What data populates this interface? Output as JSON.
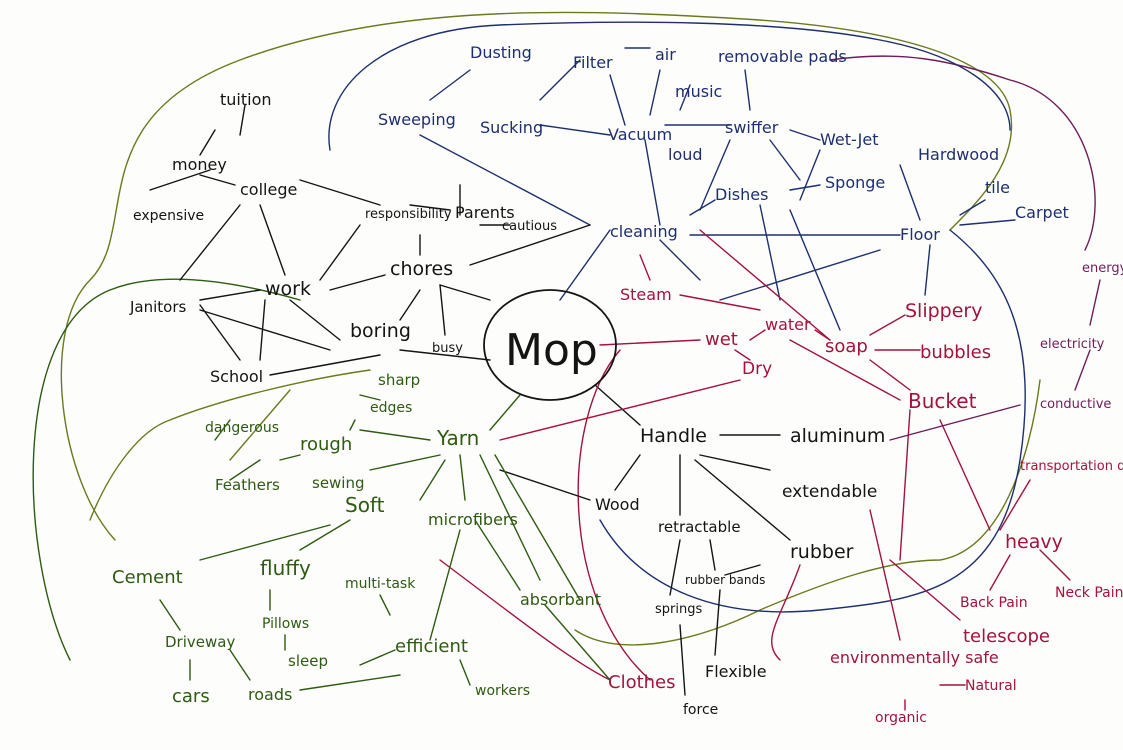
{
  "center": "Mop",
  "nodes": {
    "dusting": "Dusting",
    "filter": "Filter",
    "air": "air",
    "removable_pads": "removable pads",
    "music": "music",
    "sweeping": "Sweeping",
    "sucking": "Sucking",
    "vacuum": "Vacuum",
    "loud": "loud",
    "swiffer": "swiffer",
    "wet_jet": "Wet-Jet",
    "hardwood": "Hardwood",
    "dishes": "Dishes",
    "sponge": "Sponge",
    "cleaning": "cleaning",
    "floor": "Floor",
    "tile": "tile",
    "carpet": "Carpet",
    "tuition": "tuition",
    "money": "money",
    "expensive": "expensive",
    "college": "college",
    "responsibility": "responsibility",
    "parents": "Parents",
    "cautious": "cautious",
    "janitors": "Janitors",
    "work": "work",
    "chores": "chores",
    "boring": "boring",
    "busy": "busy",
    "school": "School",
    "steam": "Steam",
    "wet": "wet",
    "water": "water",
    "soap": "soap",
    "slippery": "Slippery",
    "bubbles": "bubbles",
    "dry": "Dry",
    "bucket": "Bucket",
    "energy": "energy",
    "electricity": "electricity",
    "conductive": "conductive",
    "transportation_difficulty": "transportation difficulty",
    "heavy": "heavy",
    "back_pain": "Back Pain",
    "neck_pain": "Neck Pain",
    "telescope": "telescope",
    "environmentally_safe": "environmentally safe",
    "natural": "Natural",
    "organic": "organic",
    "handle": "Handle",
    "aluminum": "aluminum",
    "extendable": "extendable",
    "wood": "Wood",
    "retractable": "retractable",
    "rubber": "rubber",
    "rubber_bands": "rubber bands",
    "springs": "springs",
    "flexible": "Flexible",
    "force": "force",
    "clothes": "Clothes",
    "sharp": "sharp",
    "edges": "edges",
    "dangerous": "dangerous",
    "feathers": "Feathers",
    "rough": "rough",
    "yarn": "Yarn",
    "sewing": "sewing",
    "soft": "Soft",
    "microfibers": "microfibers",
    "cement": "Cement",
    "fluffy": "fluffy",
    "multi_task": "multi-task",
    "absorbant": "absorbant",
    "driveway": "Driveway",
    "pillows": "Pillows",
    "sleep": "sleep",
    "efficient": "efficient",
    "cars": "cars",
    "roads": "roads",
    "workers": "workers"
  }
}
